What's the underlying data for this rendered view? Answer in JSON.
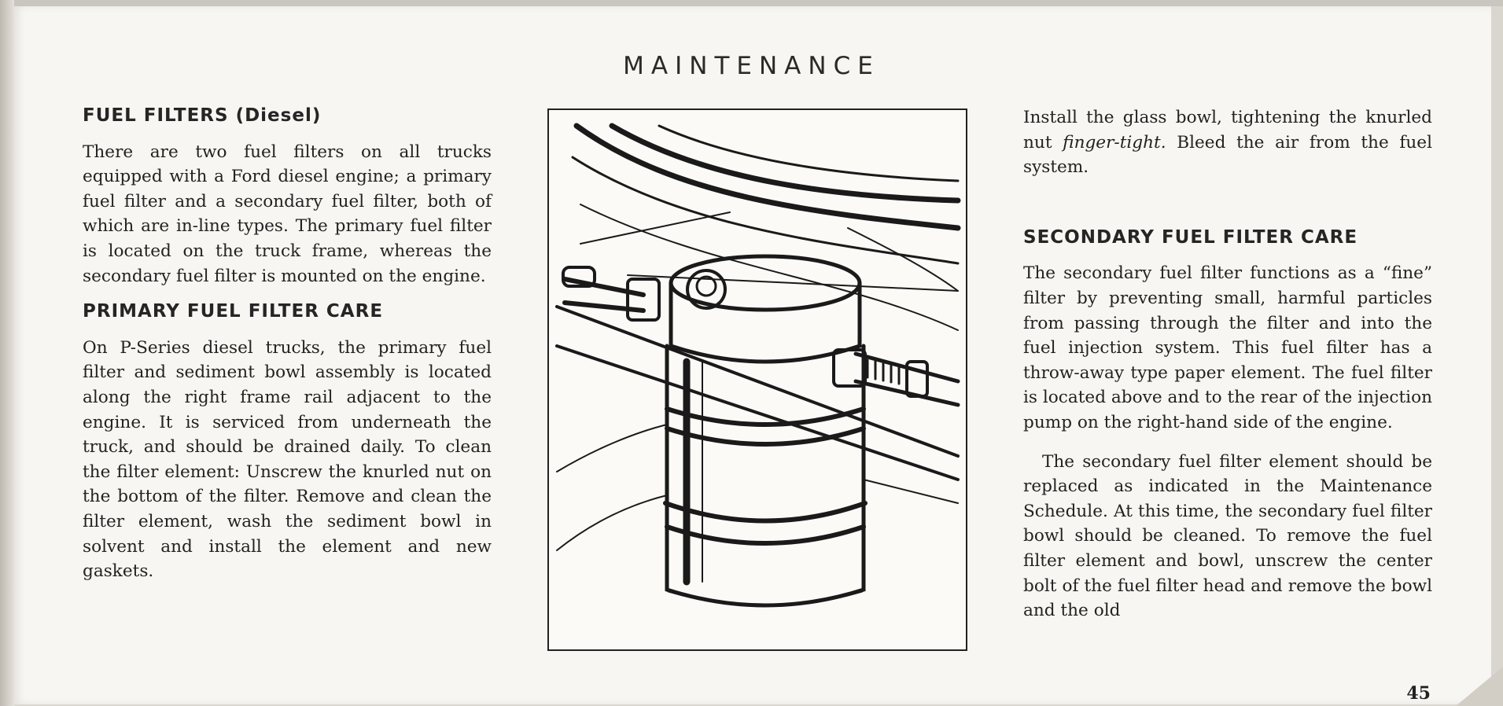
{
  "header": "MAINTENANCE",
  "page_number": "45",
  "left": {
    "heading1": "FUEL FILTERS (Diesel)",
    "para1": "There are two fuel filters on all trucks equipped with a Ford diesel engine; a primary fuel filter and a secondary fuel filter, both of which are in-line types. The primary fuel filter is located on the truck frame, whereas the secondary fuel filter is mounted on the engine.",
    "heading2": "PRIMARY FUEL FILTER CARE",
    "para2": "On P-Series diesel trucks, the primary fuel filter and sediment bowl assembly is located along the right frame rail adjacent to the engine. It is serviced from underneath the truck, and should be drained daily. To clean the filter element: Unscrew the knurled nut on the bottom of the filter. Remove and clean the filter element, wash the sediment bowl in solvent and install the element and new gaskets."
  },
  "right": {
    "para1_start": "Install the glass bowl, tightening the knurled nut ",
    "para1_emph": "finger-tight.",
    "para1_end": " Bleed the air from the fuel system.",
    "heading": "SECONDARY FUEL FILTER CARE",
    "para2": "The secondary fuel filter functions as a “fine” filter by preventing small, harmful particles from passing through the filter and into the fuel injection system. This fuel filter has a throw-away type paper element. The fuel filter is located above and to the rear of the injection pump on the right-hand side of the engine.",
    "para3": "The secondary fuel filter element should be replaced as indicated in the Maintenance Schedule. At this time, the secondary fuel filter bowl should be cleaned. To remove the fuel filter element and bowl, unscrew the center bolt of the fuel filter head and remove the bowl and the old"
  }
}
